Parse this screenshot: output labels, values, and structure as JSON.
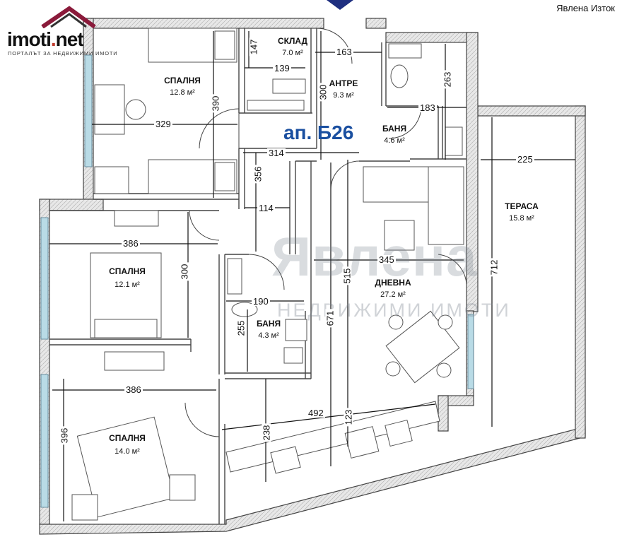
{
  "brand": {
    "logo_main": "imoti",
    "logo_dot": ".",
    "logo_suffix": "net",
    "tagline": "ПОРТАЛЪТ ЗА НЕДВИЖИМИ ИМОТИ",
    "accent": "#8a1a3a"
  },
  "agency": "Явлена Изток",
  "apartment_label": "ап. Б26",
  "watermark": {
    "main": "Явлена",
    "sub": "НЕДВИЖИМИ ИМОТИ"
  },
  "rooms": {
    "bedroom1": {
      "name": "СПАЛНЯ",
      "area": "12.8 м²"
    },
    "storage": {
      "name": "СКЛАД",
      "area": "7.0 м²"
    },
    "entrance": {
      "name": "АНТРЕ",
      "area": "9.3 м²"
    },
    "bath1": {
      "name": "БАНЯ",
      "area": "4.6 м²"
    },
    "terrace": {
      "name": "ТЕРАСА",
      "area": "15.8 м²"
    },
    "bedroom2": {
      "name": "СПАЛНЯ",
      "area": "12.1 м²"
    },
    "living": {
      "name": "ДНЕВНА",
      "area": "27.2 м²"
    },
    "bath2": {
      "name": "БАНЯ",
      "area": "4.3 м²"
    },
    "bedroom3": {
      "name": "СПАЛНЯ",
      "area": "14.0 м²"
    }
  },
  "dimensions": {
    "d147": "147",
    "d139": "139",
    "d163": "163",
    "d263": "263",
    "d300a": "300",
    "d390": "390",
    "d329": "329",
    "d183": "183",
    "d314": "314",
    "d225": "225",
    "d356": "356",
    "d114": "114",
    "d386a": "386",
    "d345": "345",
    "d300b": "300",
    "d515": "515",
    "d712": "712",
    "d190": "190",
    "d671": "671",
    "d255": "255",
    "d386b": "386",
    "d492": "492",
    "d396": "396",
    "d238": "238",
    "d123": "123"
  },
  "colors": {
    "wall": "#555555",
    "wall_fill": "#cfcfcf",
    "apt_label": "#1a4fa0",
    "window": "#b9dbe6"
  }
}
